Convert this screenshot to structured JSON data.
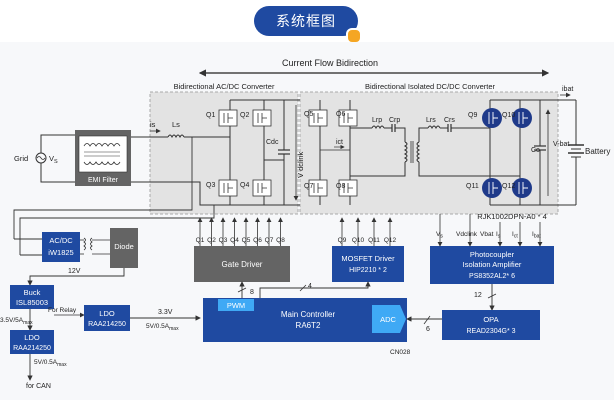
{
  "header": {
    "title": "系统框图"
  },
  "diagram": {
    "current_flow": "Current Flow Bidirection",
    "ac_dc_label": "Bidirectional AC/DC Converter",
    "dc_dc_label": "Bidirectional Isolated DC/DC Converter",
    "grid": "Grid",
    "vs": "V",
    "vs_sub": "S",
    "emi": "EMI Filter",
    "is": "is",
    "ls": "Ls",
    "q1": "Q1",
    "q2": "Q2",
    "q3": "Q3",
    "q4": "Q4",
    "q5": "Q5",
    "q6": "Q6",
    "q7": "Q7",
    "q8": "Q8",
    "q9": "Q9",
    "q10": "Q10",
    "q11": "Q11",
    "q12": "Q12",
    "cdc": "Cdc",
    "vdclink": "V dclink",
    "ict": "ict",
    "lrp": "Lrp",
    "crp": "Crp",
    "lrs": "Lrs",
    "crs": "Crs",
    "co": "Co",
    "vbat": "V-bat",
    "ibat": "ibat",
    "battery": "Battery",
    "rjk": "RJK1002DPN-A0 * 4",
    "acdc": "AC/DC",
    "acdc_part": "iW1825",
    "diode": "Diode",
    "v12": "12V",
    "buck": "Buck",
    "buck_part": "ISL85003",
    "for_relay": "For Relay",
    "v35": "3.5V/5A",
    "max": "max",
    "ldo": "LDO",
    "ldo_part": "RAA214250",
    "v33": "3.3V",
    "v5_05": "5V/0.5A",
    "for_can": "for CAN",
    "gate_driver": "Gate Driver",
    "gd_inputs": [
      "Q1",
      "Q2",
      "Q3",
      "Q4",
      "Q5",
      "Q6",
      "Q7",
      "Q8"
    ],
    "mosfet_driver": "MOSFET Driver",
    "mosfet_part": "HIP2210 * 2",
    "md_inputs": [
      "Q9",
      "Q10",
      "Q11",
      "Q12"
    ],
    "photo": "Photocoupler",
    "photo2": "Isolation Amplifier",
    "photo_part": "PS8352AL2* 6",
    "sense": [
      "V",
      "Vdclink",
      "Vbat",
      "I",
      "I",
      "I"
    ],
    "sense_sub": [
      "s",
      "",
      "",
      "s",
      "ct",
      "bat"
    ],
    "bus8": "8",
    "bus4": "4",
    "bus12": "12",
    "bus6": "6",
    "pwm": "PWM",
    "main_ctrl": "Main Controller",
    "main_part": "RA6T2",
    "adc": "ADC",
    "opa": "OPA",
    "opa_part": "READ2304G* 3",
    "cn028": "CN028"
  },
  "colors": {
    "tab": "#1f4aa1",
    "block": "#646464",
    "block_blue": "#1f4aa1",
    "accent": "#3fa9f5",
    "shade": "#e3e3e3"
  }
}
